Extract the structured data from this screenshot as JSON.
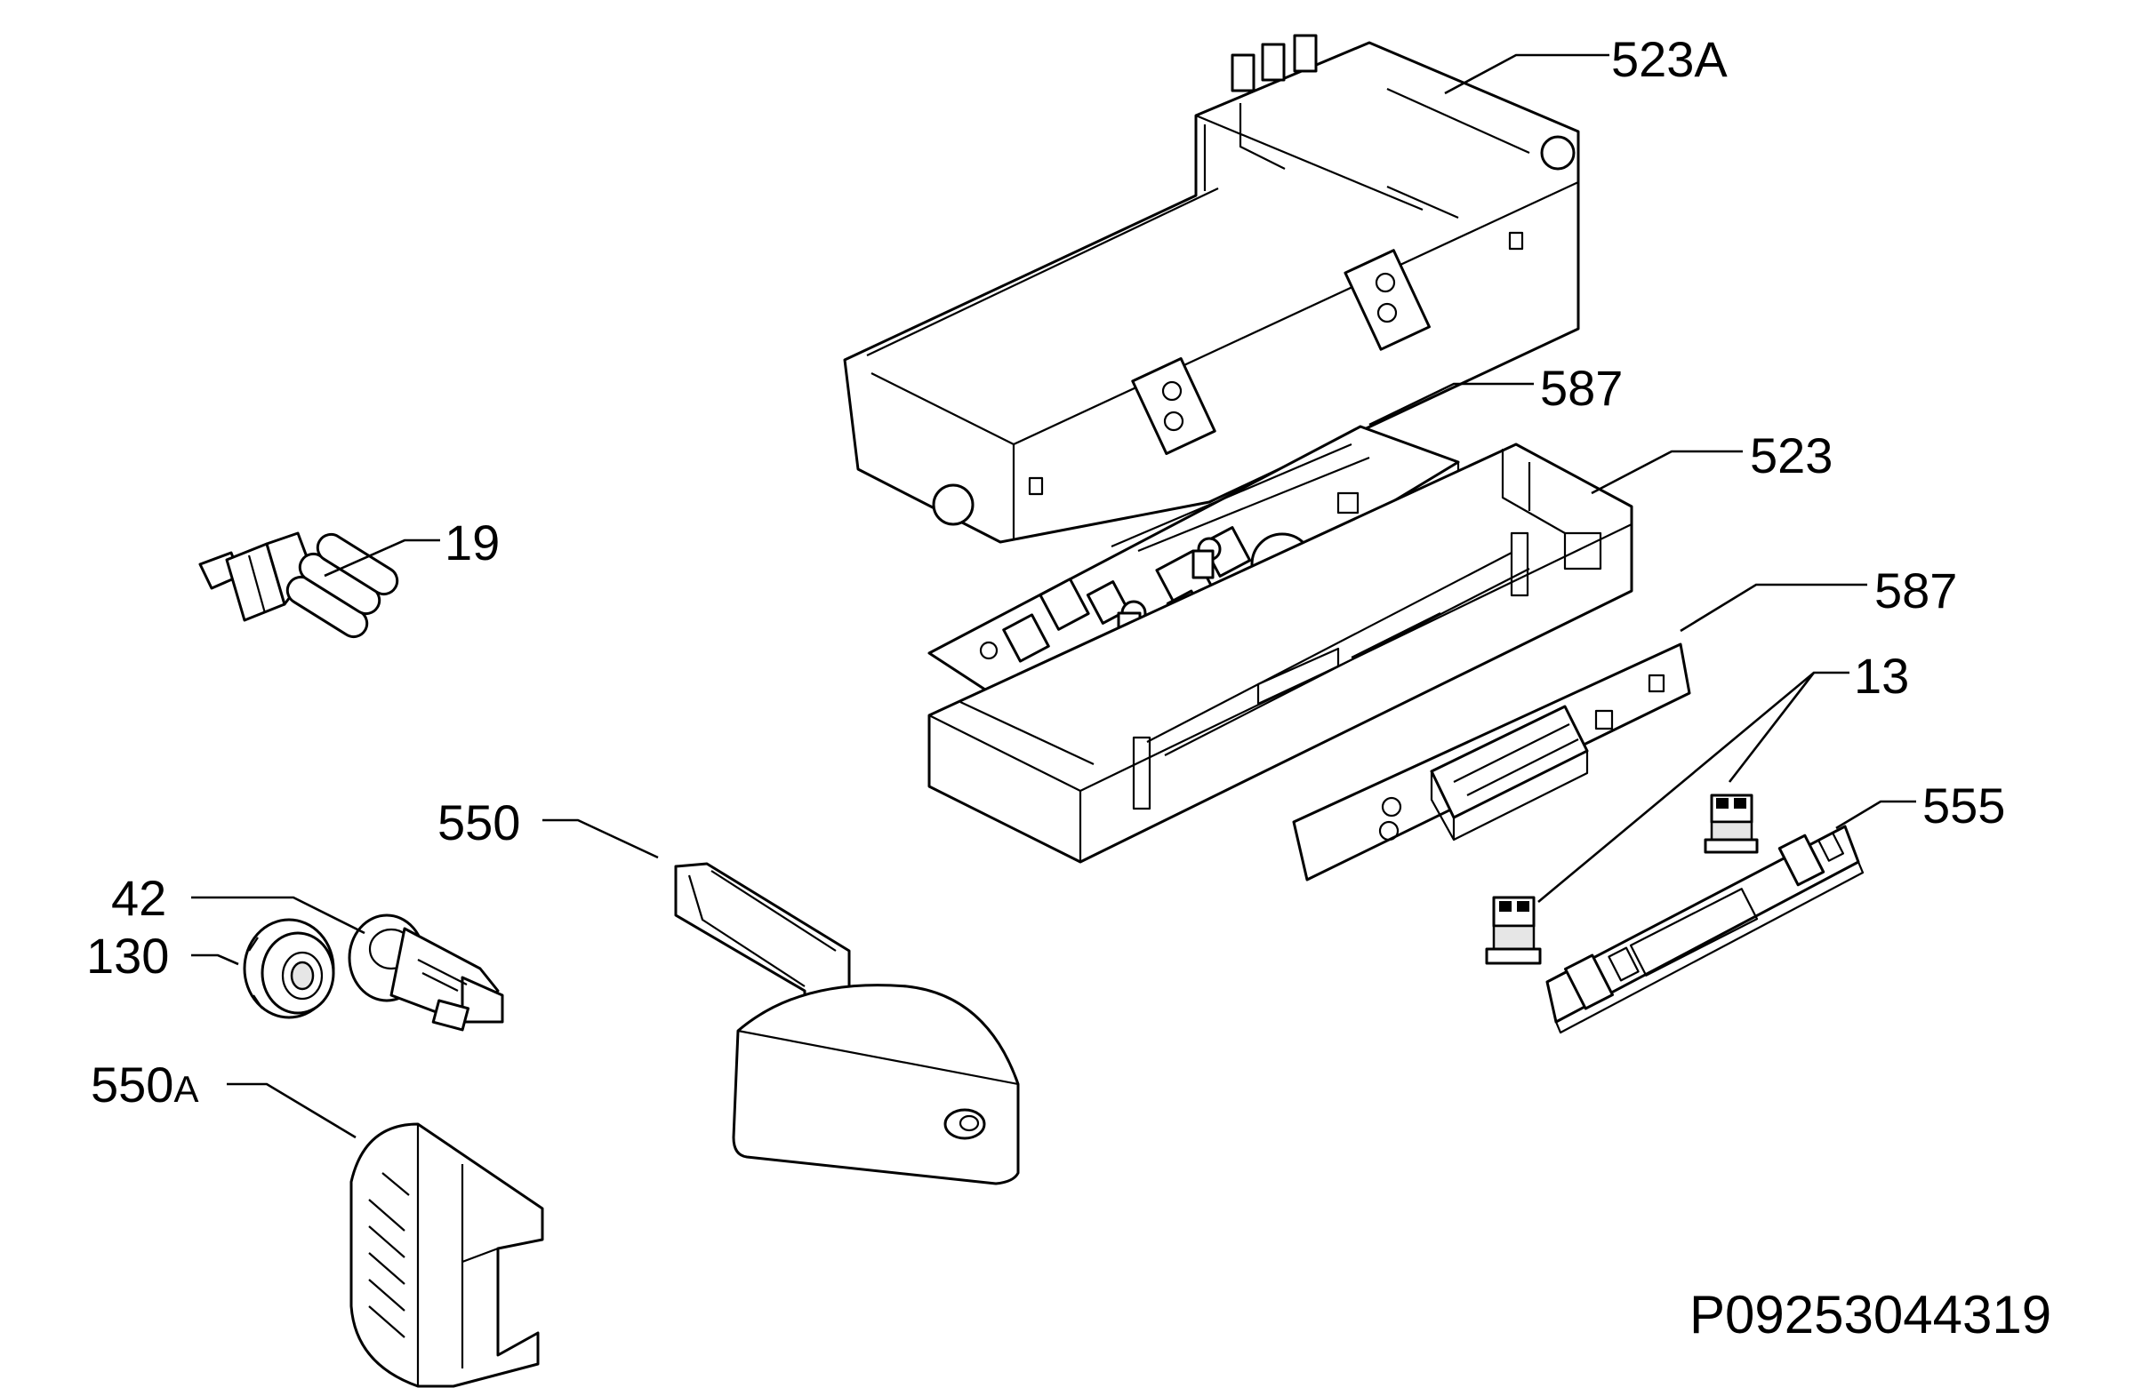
{
  "callouts": {
    "c523A": "523A",
    "c587_top": "587",
    "c523": "523",
    "c19": "19",
    "c587_mid": "587",
    "c13": "13",
    "c555": "555",
    "c550": "550",
    "c42": "42",
    "c130": "130",
    "c550A_num": "550",
    "c550A_suffix": "A"
  },
  "reference_code": "P09253044319",
  "colors": {
    "line": "#000000",
    "background": "#ffffff",
    "shade": "#e6e6e6"
  }
}
